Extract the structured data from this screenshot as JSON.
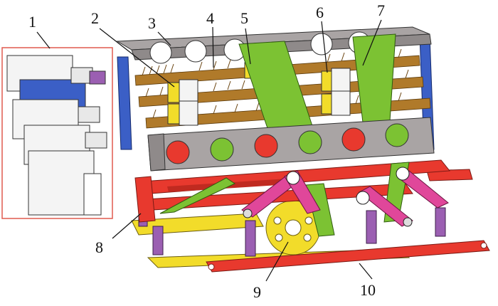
{
  "diagram": {
    "callouts": [
      {
        "id": "c1",
        "label": "1"
      },
      {
        "id": "c2",
        "label": "2"
      },
      {
        "id": "c3",
        "label": "3"
      },
      {
        "id": "c4",
        "label": "4"
      },
      {
        "id": "c5",
        "label": "5"
      },
      {
        "id": "c6",
        "label": "6"
      },
      {
        "id": "c7",
        "label": "7"
      },
      {
        "id": "c8",
        "label": "8"
      },
      {
        "id": "c9",
        "label": "9"
      },
      {
        "id": "c10",
        "label": "10"
      }
    ],
    "colors": {
      "frame_red": "#e8392e",
      "plate_gray": "#a9a4a4",
      "spring_brown": "#b07a2a",
      "belt_green": "#7cc233",
      "link_magenta": "#e0479a",
      "post_purple": "#9b5fb2",
      "plate_yellow": "#f2dc2a",
      "motor_white": "#f4f4f4",
      "accent_blue": "#3b5fc6",
      "callout_box": "#e05a4f"
    }
  }
}
